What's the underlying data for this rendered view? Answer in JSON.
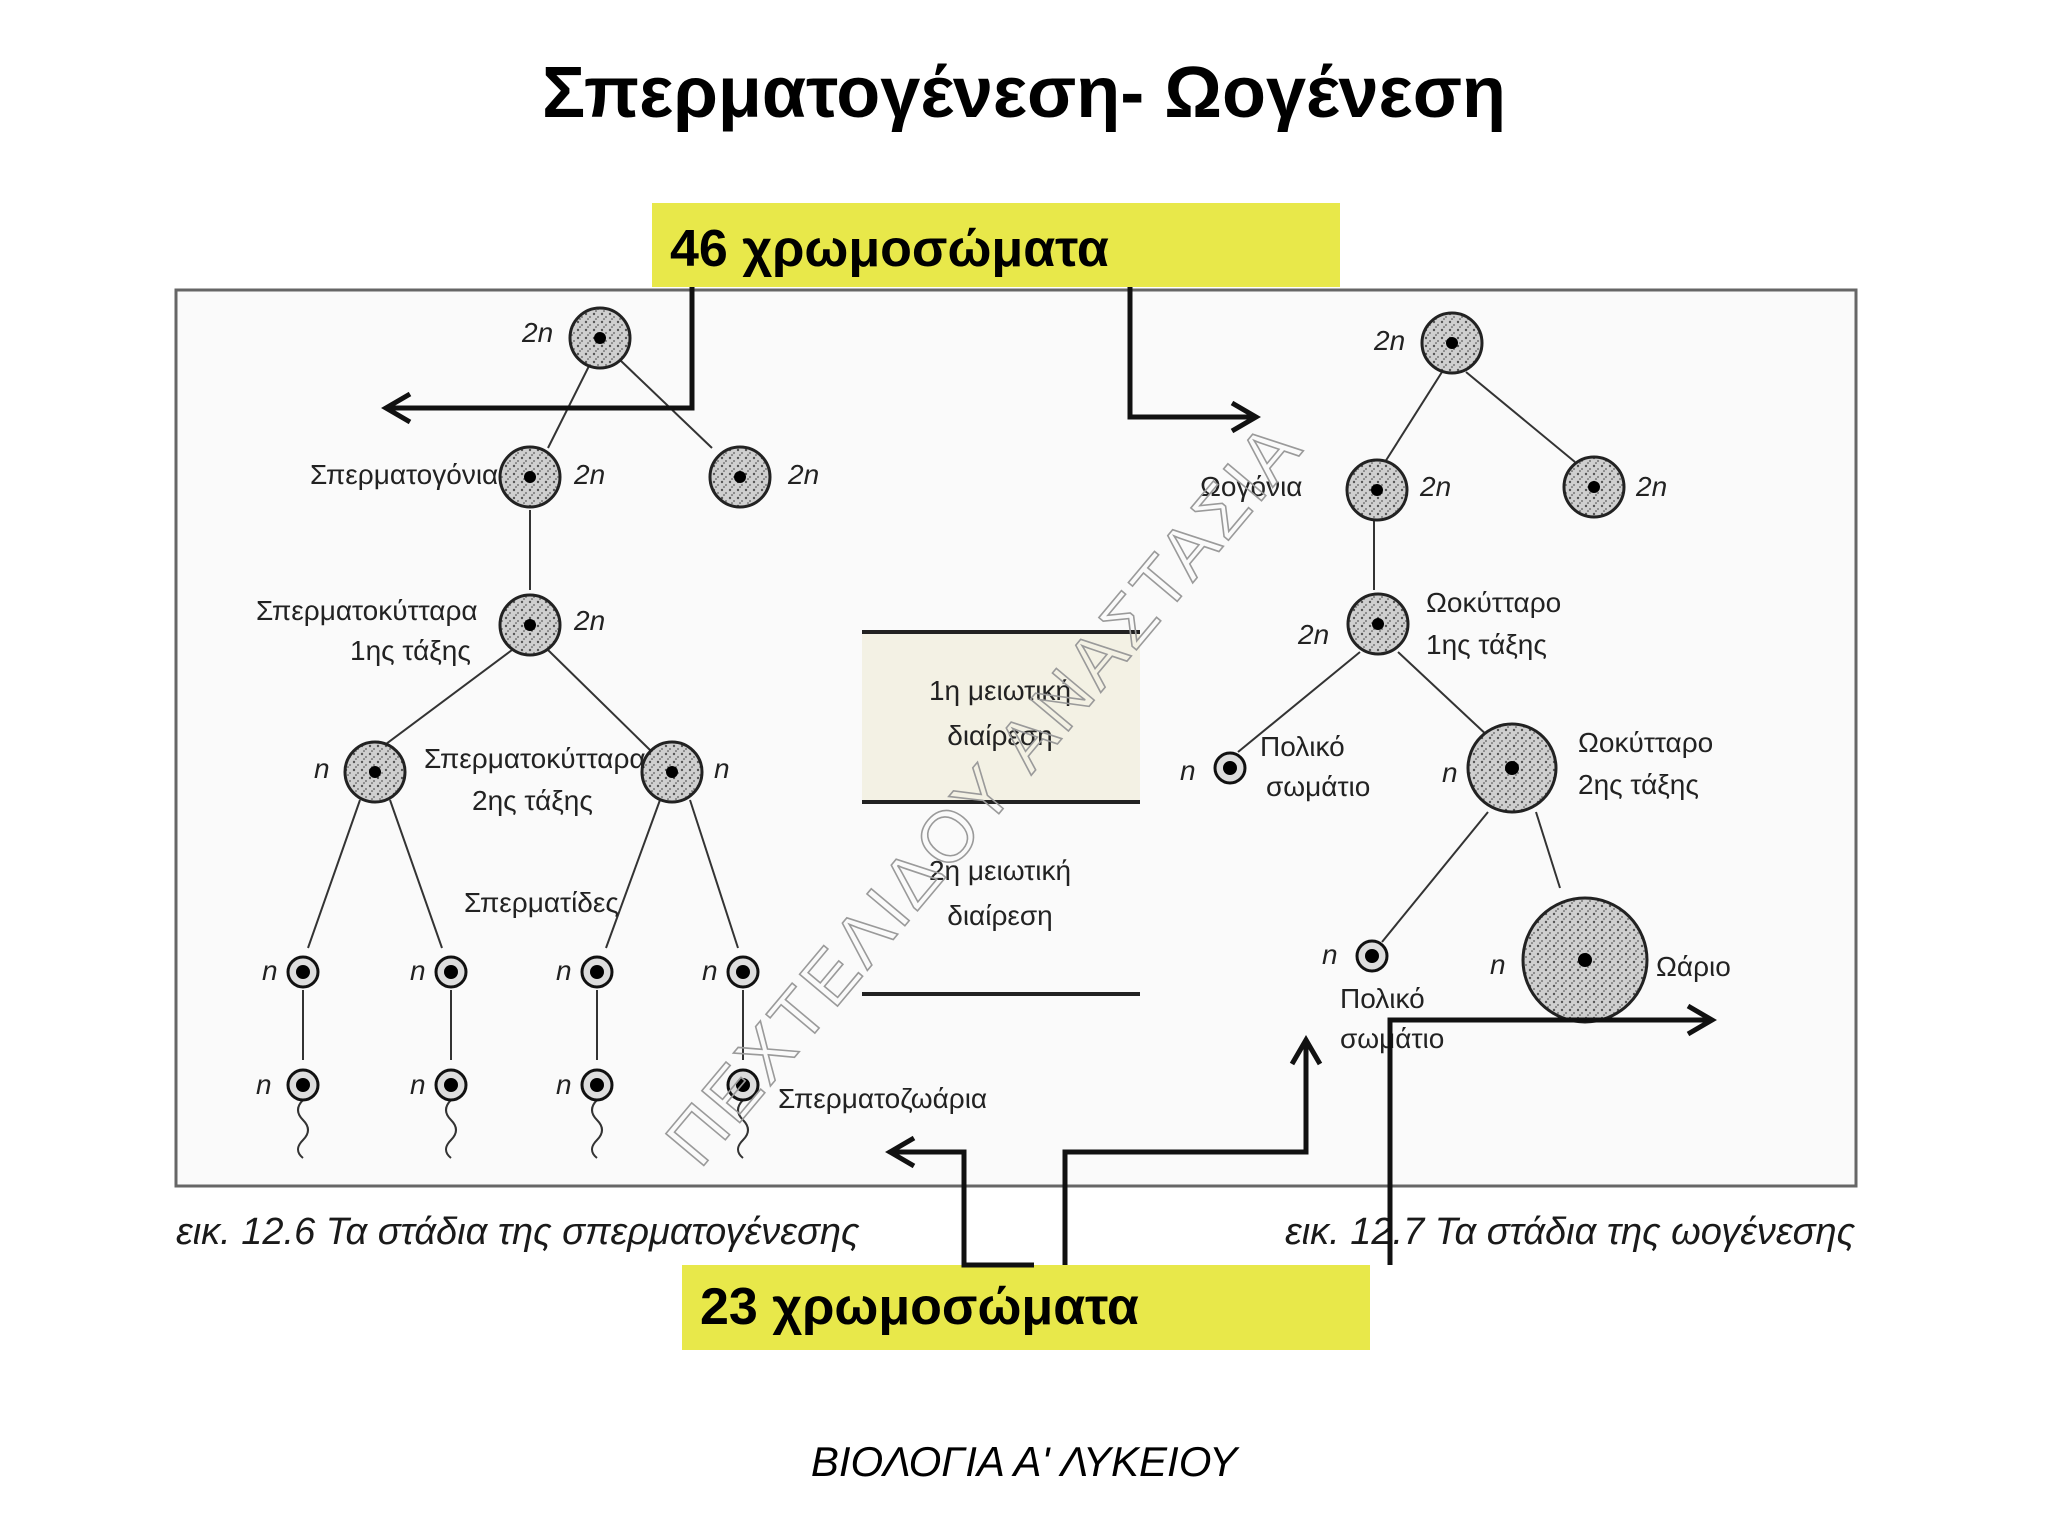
{
  "title": "Σπερματογένεση- Ωογένεση",
  "highlight_top": "46 χρωμοσώματα",
  "highlight_bottom": "23 χρωμοσώματα",
  "footer": "ΒΙΟΛΟΓΙΑ Α' ΛΥΚΕΙΟΥ",
  "watermark": "ΠΕΧΤΕΛΙΔΟΥ ΑΝΑΣΤΑΣΙΑ",
  "colors": {
    "highlight": "#e8e84a",
    "line": "#111111",
    "panel": "#fafafa",
    "band": "#f3f1e4"
  },
  "figure": {
    "spermatogenesis": {
      "caption": "εικ. 12.6   Τα στάδια της σπερματογένεσης",
      "spermatogonia": "Σπερματογόνια",
      "primary": "Σπερματοκύτταρα",
      "primary_rank": "1ης τάξης",
      "secondary": "Σπερματοκύτταρα",
      "secondary_rank": "2ης τάξης",
      "spermatids": "Σπερματίδες",
      "sperm": "Σπερματοζωάρια"
    },
    "oogenesis": {
      "caption": "εικ. 12.7   Τα στάδια της ωογένεσης",
      "oogonia": "Ωογόνια",
      "primary": "Ωοκύτταρο",
      "primary_rank": "1ης τάξης",
      "secondary": "Ωοκύτταρο",
      "secondary_rank": "2ης τάξης",
      "polar_body": "Πολικό",
      "polar_body_2": "σωμάτιο",
      "ovum": "Ωάριο"
    },
    "meiosis": {
      "first_a": "1η μειωτική",
      "first_b": "διαίρεση",
      "second_a": "2η μειωτική",
      "second_b": "διαίρεση"
    },
    "ploidy": {
      "diploid": "2n",
      "haploid": "n"
    }
  }
}
